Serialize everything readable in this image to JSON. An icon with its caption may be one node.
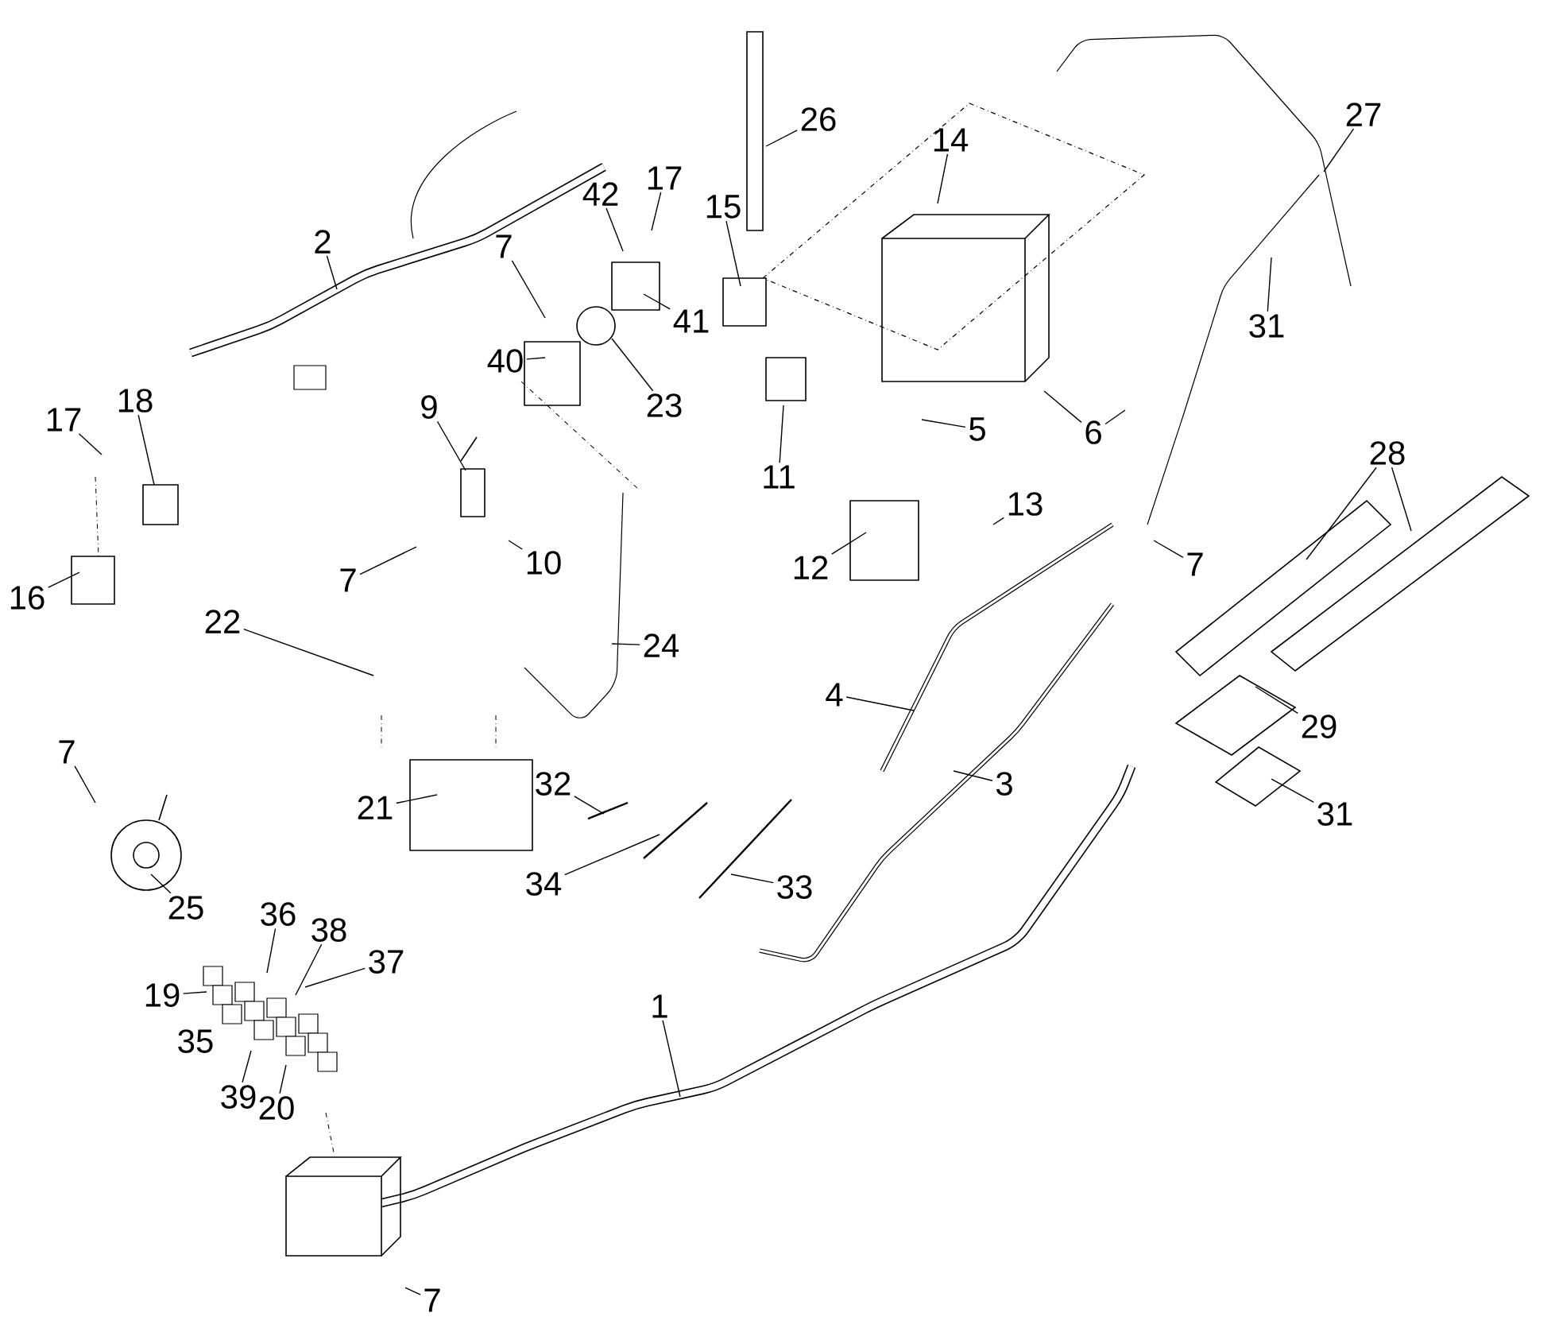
{
  "diagram": {
    "nodes": [
      {
        "text": [
          "26"
        ]
      },
      {
        "text": [
          "14"
        ]
      },
      {
        "text": [
          "27"
        ]
      },
      {
        "text": [
          "17"
        ]
      },
      {
        "text": [
          "42"
        ]
      },
      {
        "text": [
          "15"
        ]
      },
      {
        "text": [
          "2"
        ]
      },
      {
        "text": [
          "7"
        ]
      },
      {
        "text": [
          "41"
        ]
      },
      {
        "text": [
          "31"
        ]
      },
      {
        "text": [
          "40"
        ]
      },
      {
        "text": [
          "23"
        ]
      },
      {
        "text": [
          "18"
        ]
      },
      {
        "text": [
          "9"
        ]
      },
      {
        "text": [
          "28"
        ]
      },
      {
        "text": [
          "17"
        ]
      },
      {
        "text": [
          "5"
        ]
      },
      {
        "text": [
          "6"
        ]
      },
      {
        "text": [
          "11"
        ]
      },
      {
        "text": [
          "13"
        ]
      },
      {
        "text": [
          "7"
        ]
      },
      {
        "text": [
          "10"
        ]
      },
      {
        "text": [
          "12"
        ]
      },
      {
        "text": [
          "7"
        ]
      },
      {
        "text": [
          "16"
        ]
      },
      {
        "text": [
          "22"
        ]
      },
      {
        "text": [
          "24"
        ]
      },
      {
        "text": [
          "4"
        ]
      },
      {
        "text": [
          "29"
        ]
      },
      {
        "text": [
          "7"
        ]
      },
      {
        "text": [
          "3"
        ]
      },
      {
        "text": [
          "21"
        ]
      },
      {
        "text": [
          "31"
        ]
      },
      {
        "text": [
          "32"
        ]
      },
      {
        "text": [
          "34"
        ]
      },
      {
        "text": [
          "33"
        ]
      },
      {
        "text": [
          "25"
        ]
      },
      {
        "text": [
          "36"
        ]
      },
      {
        "text": [
          "38"
        ]
      },
      {
        "text": [
          "37"
        ]
      },
      {
        "text": [
          "19"
        ]
      },
      {
        "text": [
          "39"
        ]
      },
      {
        "text": [
          "20"
        ]
      },
      {
        "text": [
          "1"
        ]
      },
      {
        "text": [
          "7"
        ]
      }
    ],
    "edges": [
      {
        "from": 0,
        "to": null,
        "arrow": "none"
      },
      {
        "from": 1,
        "to": null,
        "arrow": "none"
      },
      {
        "from": 2,
        "to": null,
        "arrow": "none"
      },
      {
        "from": 3,
        "to": null,
        "arrow": "none"
      },
      {
        "from": 4,
        "to": null,
        "arrow": "none"
      },
      {
        "from": 5,
        "to": null,
        "arrow": "none"
      },
      {
        "from": 6,
        "to": null,
        "arrow": "none"
      },
      {
        "from": 7,
        "to": null,
        "arrow": "none"
      },
      {
        "from": 8,
        "to": null,
        "arrow": "none"
      },
      {
        "from": 9,
        "to": null,
        "arrow": "none"
      },
      {
        "from": 10,
        "to": null,
        "arrow": "none"
      },
      {
        "from": 11,
        "to": null,
        "arrow": "none"
      },
      {
        "from": 12,
        "to": null,
        "arrow": "none"
      },
      {
        "from": 13,
        "to": null,
        "arrow": "none"
      },
      {
        "from": 14,
        "to": null,
        "arrow": "none"
      },
      {
        "from": 14,
        "to": null,
        "arrow": "none"
      },
      {
        "from": 15,
        "to": null,
        "arrow": "none"
      },
      {
        "from": 16,
        "to": null,
        "arrow": "none"
      },
      {
        "from": 17,
        "to": null,
        "arrow": "none"
      },
      {
        "from": 17,
        "to": null,
        "arrow": "none"
      },
      {
        "from": 18,
        "to": null,
        "arrow": "none"
      },
      {
        "from": 19,
        "to": null,
        "arrow": "none"
      },
      {
        "from": 20,
        "to": null,
        "arrow": "none"
      },
      {
        "from": 21,
        "to": null,
        "arrow": "none"
      },
      {
        "from": 22,
        "to": null,
        "arrow": "none"
      },
      {
        "from": 23,
        "to": null,
        "arrow": "none"
      },
      {
        "from": 24,
        "to": null,
        "arrow": "none"
      },
      {
        "from": 25,
        "to": null,
        "arrow": "none"
      },
      {
        "from": 26,
        "to": null,
        "arrow": "none"
      },
      {
        "from": 27,
        "to": null,
        "arrow": "none"
      },
      {
        "from": 28,
        "to": null,
        "arrow": "none"
      },
      {
        "from": 29,
        "to": null,
        "arrow": "none"
      },
      {
        "from": 30,
        "to": null,
        "arrow": "none"
      },
      {
        "from": 31,
        "to": null,
        "arrow": "none"
      },
      {
        "from": 32,
        "to": null,
        "arrow": "none"
      },
      {
        "from": 33,
        "to": null,
        "arrow": "none"
      },
      {
        "from": 34,
        "to": null,
        "arrow": "none"
      },
      {
        "from": 35,
        "to": null,
        "arrow": "none"
      },
      {
        "from": 36,
        "to": null,
        "arrow": "none"
      },
      {
        "from": 37,
        "to": null,
        "arrow": "none"
      },
      {
        "from": 38,
        "to": null,
        "arrow": "none"
      },
      {
        "from": 39,
        "to": null,
        "arrow": "none"
      },
      {
        "from": 40,
        "to": null,
        "arrow": "none"
      },
      {
        "from": 41,
        "to": null,
        "arrow": "none"
      },
      {
        "from": 42,
        "to": null,
        "arrow": "none"
      },
      {
        "from": 43,
        "to": null,
        "arrow": "none"
      },
      {
        "from": 44,
        "to": null,
        "arrow": "none"
      }
    ],
    "labels": [
      "35"
    ]
  }
}
